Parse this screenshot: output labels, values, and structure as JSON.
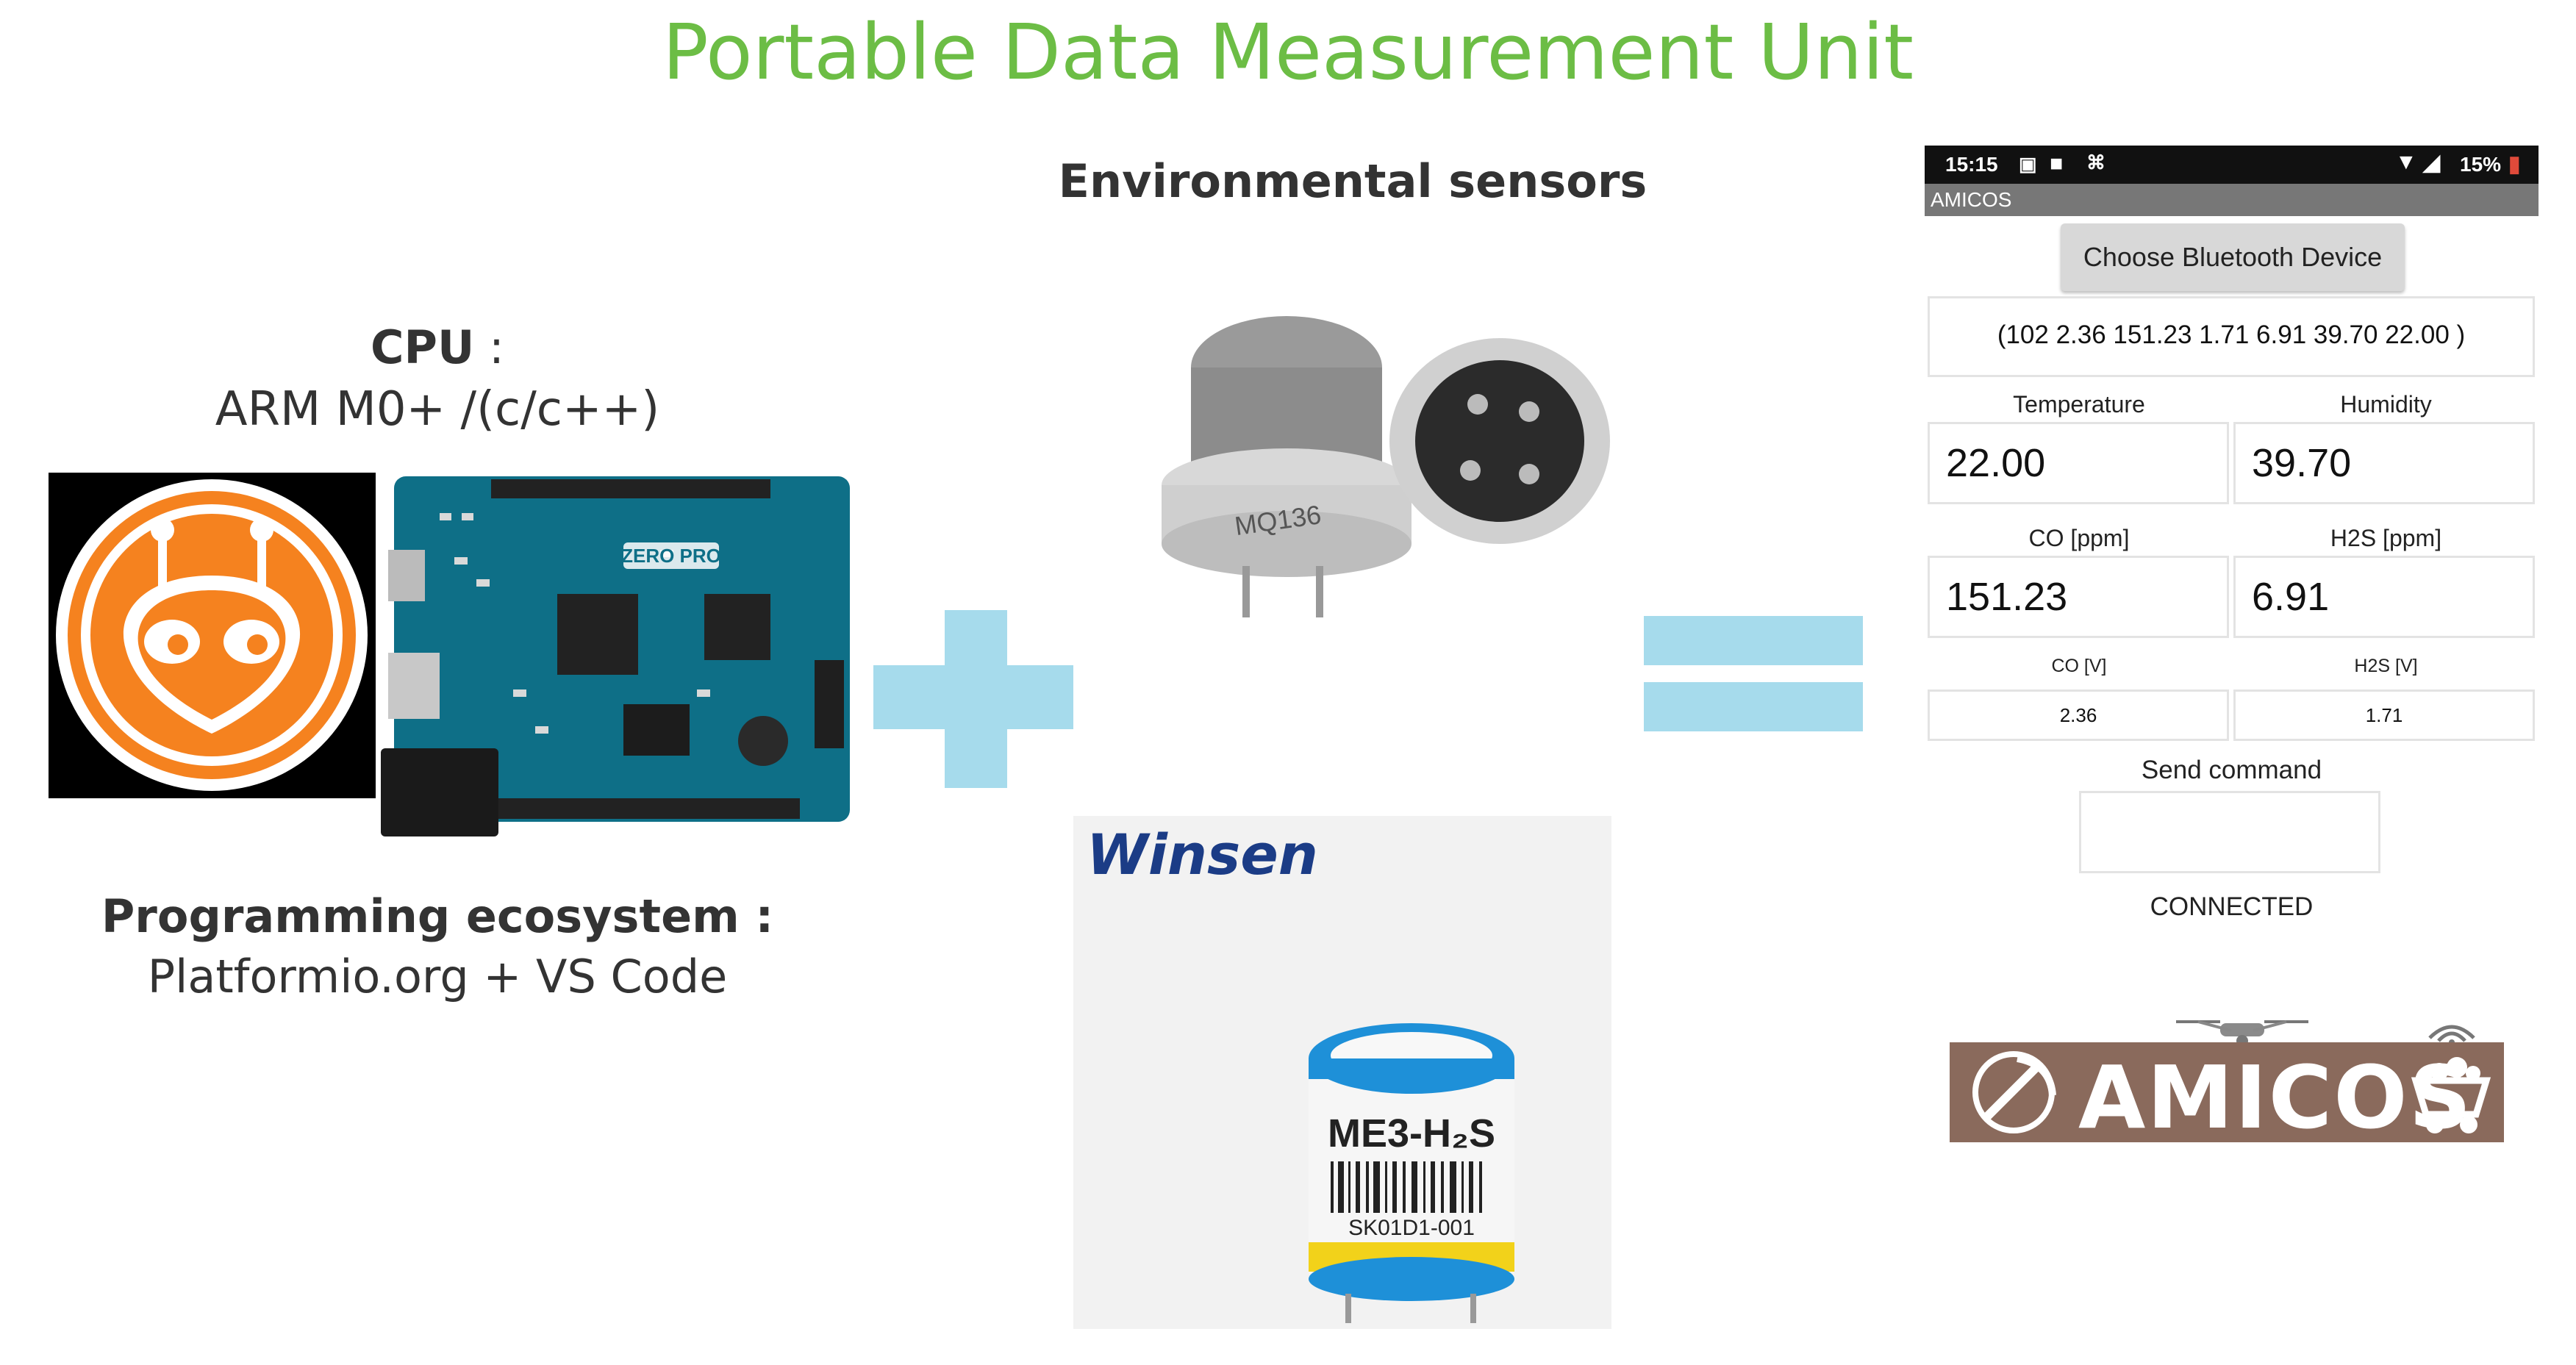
{
  "title": "Portable Data Measurement Unit",
  "left": {
    "cpu_label": "CPU",
    "cpu_colon": " :",
    "cpu_value": "ARM M0+ /(c/c++)",
    "board_text": "ZERO PRO",
    "prog_label": "Programming ecosystem :",
    "prog_value": "Platformio.org + VS Code"
  },
  "middle": {
    "heading": "Environmental sensors",
    "sensor1_label": "MQ136",
    "brand": "Winsen",
    "sensor2_label": "ME3-H₂S",
    "sensor2_code": "SK01D1-001"
  },
  "phone": {
    "time": "15:15",
    "battery": "15%",
    "app_title": "AMICOS",
    "choose_button": "Choose Bluetooth Device",
    "raw_data": "(102 2.36 151.23 1.71 6.91 39.70 22.00 )",
    "temperature_label": "Temperature",
    "temperature_value": "22.00",
    "humidity_label": "Humidity",
    "humidity_value": "39.70",
    "co_ppm_label": "CO [ppm]",
    "co_ppm_value": "151.23",
    "h2s_ppm_label": "H2S [ppm]",
    "h2s_ppm_value": "6.91",
    "co_v_label": "CO [V]",
    "co_v_value": "2.36",
    "h2s_v_label": "H2S [V]",
    "h2s_v_value": "1.71",
    "send_label": "Send command",
    "send_value": "",
    "status": "CONNECTED"
  },
  "logo": {
    "text": "AMICOS"
  },
  "colors": {
    "title": "#6cbd45",
    "accent": "#a6dbec",
    "platformio_orange": "#f5821f",
    "board_blue": "#0e6f87",
    "logo_brown": "#8a6a5c"
  }
}
